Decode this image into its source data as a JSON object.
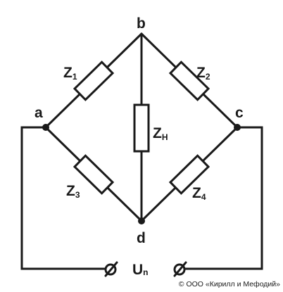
{
  "nodes": {
    "a": "a",
    "b": "b",
    "c": "c",
    "d": "d"
  },
  "impedances": [
    {
      "id": "z1",
      "main": "Z",
      "sub": "1"
    },
    {
      "id": "z2",
      "main": "Z",
      "sub": "2"
    },
    {
      "id": "z3",
      "main": "Z",
      "sub": "3"
    },
    {
      "id": "z4",
      "main": "Z",
      "sub": "4"
    },
    {
      "id": "zh",
      "main": "Z",
      "sub": "H"
    }
  ],
  "source": {
    "main": "U",
    "sub": "n"
  },
  "copyright": "© ООО «Кирилл и Мефодий»",
  "colors": {
    "ink": "#1a1a1a",
    "background": "#ffffff"
  }
}
